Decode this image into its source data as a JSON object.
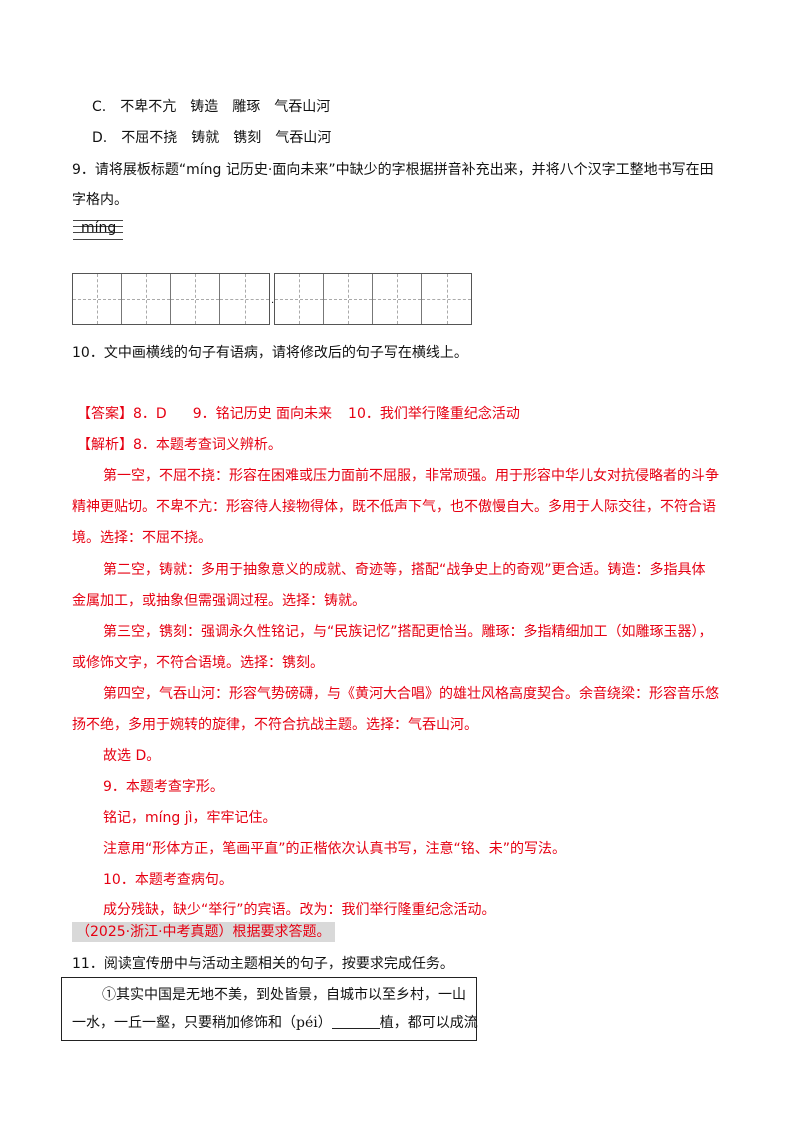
{
  "options": {
    "c": {
      "letter": "C.",
      "items": [
        "不卑不亢",
        "铸造",
        "雕琢",
        "气吞山河"
      ]
    },
    "d": {
      "letter": "D.",
      "items": [
        "不屈不挠",
        "铸就",
        "镌刻",
        "气吞山河"
      ]
    }
  },
  "q9": {
    "line1": "9．请将展板标题“míng 记历史·面向未来”中缺少的字根据拼音补充出来，并将八个汉字工整地书写在田",
    "line2": "字格内。",
    "pinyin": "míng",
    "separator_dot": "."
  },
  "q10": "10．文中画横线的句子有语病，请将修改后的句子写在横线上。",
  "answer": {
    "label": "【答案】",
    "a8": "8．D",
    "a9": "9．铭记历史  面向未来",
    "a10": "10．我们举行隆重纪念活动"
  },
  "analysis": {
    "label": "【解析】",
    "lines": [
      "8．本题考查词义辨析。",
      "第一空，不屈不挠：形容在困难或压力面前不屈服，非常顽强。用于形容中华儿女对抗侵略者的斗争",
      "精神更贴切。不卑不亢：形容待人接物得体，既不低声下气，也不傲慢自大。多用于人际交往，不符合语",
      "境。选择：不屈不挠。",
      "第二空，铸就：多用于抽象意义的成就、奇迹等，搭配“战争史上的奇观”更合适。铸造：多指具体",
      "金属加工，或抽象但需强调过程。选择：铸就。",
      "第三空，镌刻：强调永久性铭记，与“民族记忆”搭配更恰当。雕琢：多指精细加工（如雕琢玉器），",
      "或修饰文字，不符合语境。选择：镌刻。",
      "第四空，气吞山河：形容气势磅礴，与《黄河大合唱》的雄壮风格高度契合。余音绕梁：形容音乐悠",
      "扬不绝，多用于婉转的旋律，不符合抗战主题。选择：气吞山河。",
      "故选 D。",
      "9．本题考查字形。",
      "铭记，míng jì，牢牢记住。",
      "注意用“形体方正，笔画平直”的正楷依次认真书写，注意“铭、未”的写法。",
      "10．本题考查病句。",
      "成分残缺，缺少“举行”的宾语。改为：我们举行隆重纪念活动。"
    ]
  },
  "tag": "（2025·浙江·中考真题）根据要求答题。",
  "q11": "11．阅读宣传册中与活动主题相关的句子，按要求完成任务。",
  "passage": {
    "line1": "①其实中国是无地不美，到处皆景，自城市以至乡村，一山",
    "line2_a": "一水，一丘一壑，只要稍加修饰和（péi）",
    "line2_b": "植，都可以成流"
  }
}
